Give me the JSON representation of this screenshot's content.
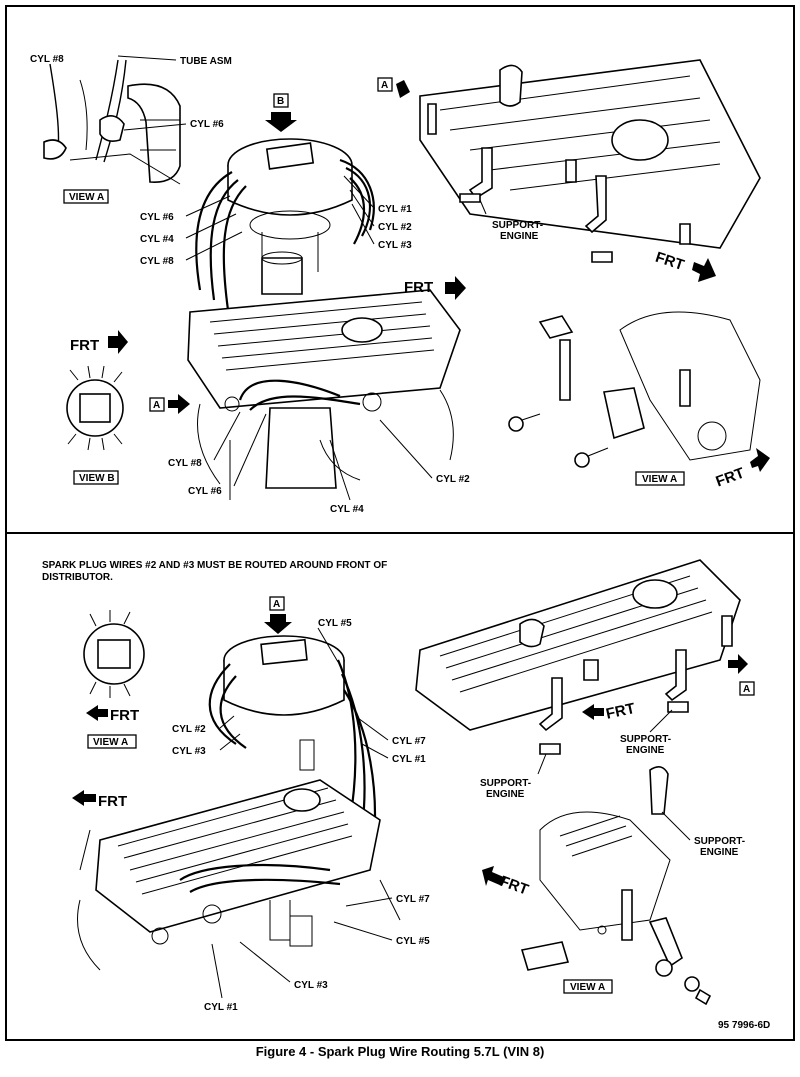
{
  "figure_caption": "Figure 4 - Spark Plug Wire Routing 5.7L (VIN 8)",
  "figure_code": "95 7996-6D",
  "top": {
    "labels": {
      "cyl8_view": "CYL #8",
      "tube_asm": "TUBE ASM",
      "cyl6_view": "CYL #6",
      "view_a": "VIEW A",
      "callout_b": "B",
      "cyl6": "CYL #6",
      "cyl4": "CYL #4",
      "cyl8": "CYL #8",
      "cyl1": "CYL #1",
      "cyl2": "CYL #2",
      "cyl3": "CYL #3",
      "callout_a_right": "A",
      "support_engine_1": "SUPPORT-",
      "support_engine_2": "ENGINE",
      "frt_right": "FRT",
      "frt_engine": "FRT",
      "frt_viewb": "FRT",
      "callout_a_left": "A",
      "view_b": "VIEW B",
      "cyl8_bottom": "CYL #8",
      "cyl6_bottom": "CYL #6",
      "cyl4_bottom": "CYL #4",
      "cyl2_bottom": "CYL #2",
      "view_a_right": "VIEW A",
      "frt_view_a": "FRT"
    }
  },
  "bottom": {
    "note_line1": "SPARK PLUG WIRES #2 AND #3 MUST BE ROUTED AROUND FRONT OF",
    "note_line2": "DISTRIBUTOR.",
    "labels": {
      "callout_a_top": "A",
      "cyl5_top": "CYL #5",
      "frt_left_view": "FRT",
      "view_a_left": "VIEW A",
      "cyl2": "CYL #2",
      "cyl3": "CYL #3",
      "cyl7": "CYL #7",
      "cyl1": "CYL #1",
      "frt_engine": "FRT",
      "frt_cover": "FRT",
      "callout_a_right": "A",
      "support_a1": "SUPPORT-",
      "support_a2": "ENGINE",
      "support_b1": "SUPPORT-",
      "support_b2": "ENGINE",
      "support_c1": "SUPPORT-",
      "support_c2": "ENGINE",
      "frt_bracket": "FRT",
      "cyl7_bottom": "CYL #7",
      "cyl5_bottom": "CYL #5",
      "cyl3_bottom": "CYL #3",
      "cyl1_bottom": "CYL #1",
      "view_a_bottom": "VIEW A"
    }
  }
}
